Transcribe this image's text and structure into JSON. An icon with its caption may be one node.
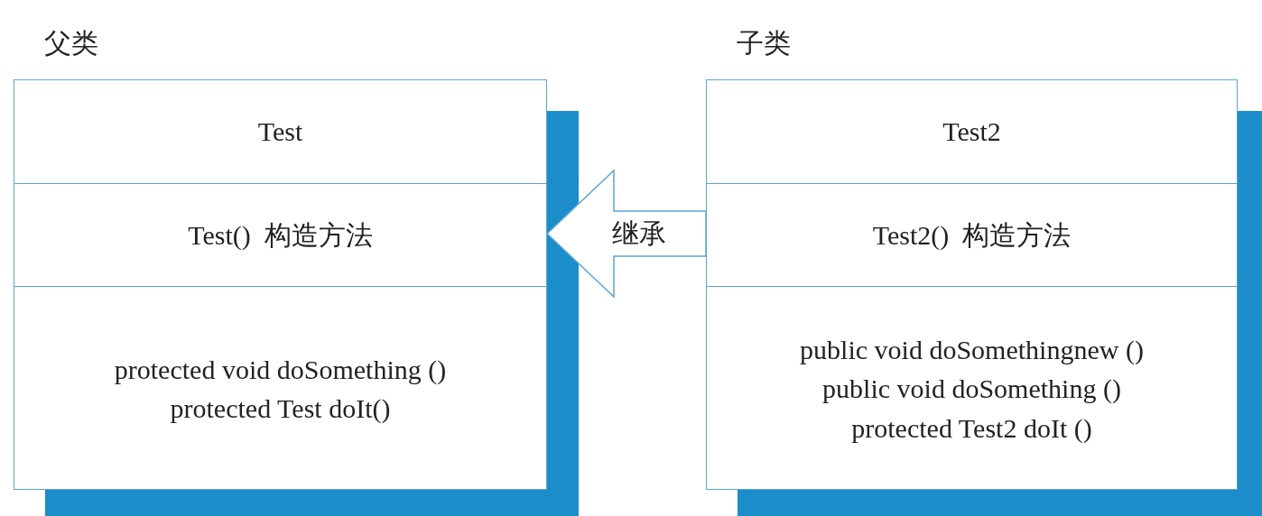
{
  "diagram": {
    "nodes": [
      {
        "text": [
          "父类"
        ]
      },
      {
        "text": [
          "Test"
        ],
        "in": 0
      },
      {
        "text": [
          "Test()  构造方法"
        ],
        "in": 0
      },
      {
        "text": [
          "protected void doSomething ()",
          "protected Test doIt()"
        ],
        "in": 0
      },
      {
        "text": [
          "子类"
        ]
      },
      {
        "text": [
          "Test2"
        ],
        "in": 4
      },
      {
        "text": [
          "Test2()  构造方法"
        ],
        "in": 4
      },
      {
        "text": [
          "public void doSomethingnew ()",
          "public void doSomething ()",
          "protected Test2 doIt ()"
        ],
        "in": 4
      }
    ],
    "edges": [
      {
        "from": 4,
        "to": 0,
        "arrow": "to",
        "label": "继承"
      }
    ]
  }
}
